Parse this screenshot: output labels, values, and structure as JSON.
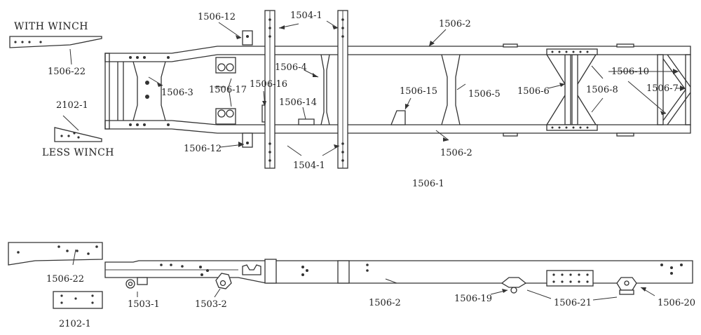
{
  "labels": {
    "with_winch": "WITH WINCH",
    "less_winch": "LESS WINCH",
    "frame_title": "1506-1",
    "p1506_12_top": "1506-12",
    "p1504_1_top": "1504-1",
    "p1506_2_top": "1506-2",
    "p1506_22_top": "1506-22",
    "p2102_1_top": "2102-1",
    "p1506_4": "1506-4",
    "p1506_3": "1506-3",
    "p1506_17": "1506-17",
    "p1506_16": "1506-16",
    "p1506_14": "1506-14",
    "p1506_15": "1506-15",
    "p1506_5": "1506-5",
    "p1506_6": "1506-6",
    "p1506_8": "1506-8",
    "p1506_10": "1506-10",
    "p1506_7": "1506-7",
    "p1506_12_bottom": "1506-12",
    "p1504_1_bottom": "1504-1",
    "p1506_2_mid": "1506-2",
    "p1506_22_side": "1506-22",
    "p2102_1_side": "2102-1",
    "p1503_1": "1503-1",
    "p1503_2": "1503-2",
    "p1506_2_side": "1506-2",
    "p1506_19": "1506-19",
    "p1506_21": "1506-21",
    "p1506_20": "1506-20"
  }
}
